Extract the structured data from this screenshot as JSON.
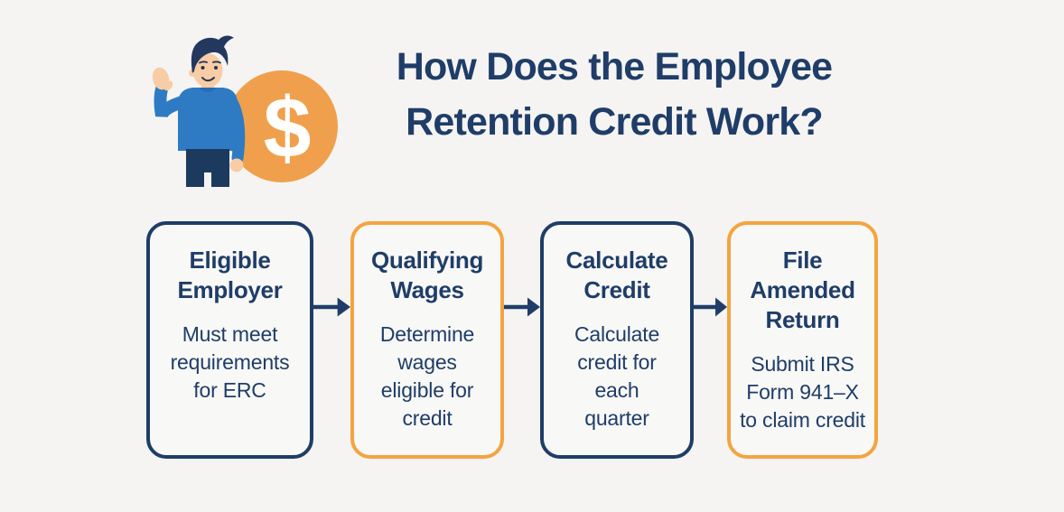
{
  "title": {
    "line1": "How Does the Employee",
    "line2": "Retention Credit Work?"
  },
  "illustration": {
    "description": "man in blue sweater waving next to large orange dollar coin",
    "coin_symbol": "$"
  },
  "colors": {
    "bg": "#F5F4F2",
    "boxbg": "#F8F8F6",
    "navy": "#1F3D68",
    "orange": "#F4A43F",
    "coin": "#F0A04C",
    "skin": "#F8CCA4",
    "sweater": "#2F7BC3",
    "sweater_dark": "#2A6CB0",
    "pants": "#1C3A5E",
    "hair": "#24385F",
    "feature": "#203457",
    "white": "#FFFFFF"
  },
  "steps": [
    {
      "heading": "Eligible\nEmployer",
      "body": "Must meet\nrequirements\nfor ERC",
      "accent": "navy"
    },
    {
      "heading": "Qualifying\nWages",
      "body": "Determine\nwages\neligible for\ncredit",
      "accent": "orange"
    },
    {
      "heading": "Calculate\nCredit",
      "body": "Calculate\ncredit for\neach\nquarter",
      "accent": "navy"
    },
    {
      "heading": "File\nAmended\nReturn",
      "body": "Submit IRS\nForm 941–X\nto claim credit",
      "accent": "orange"
    }
  ],
  "arrows": {
    "count": 3,
    "direction": "right"
  }
}
